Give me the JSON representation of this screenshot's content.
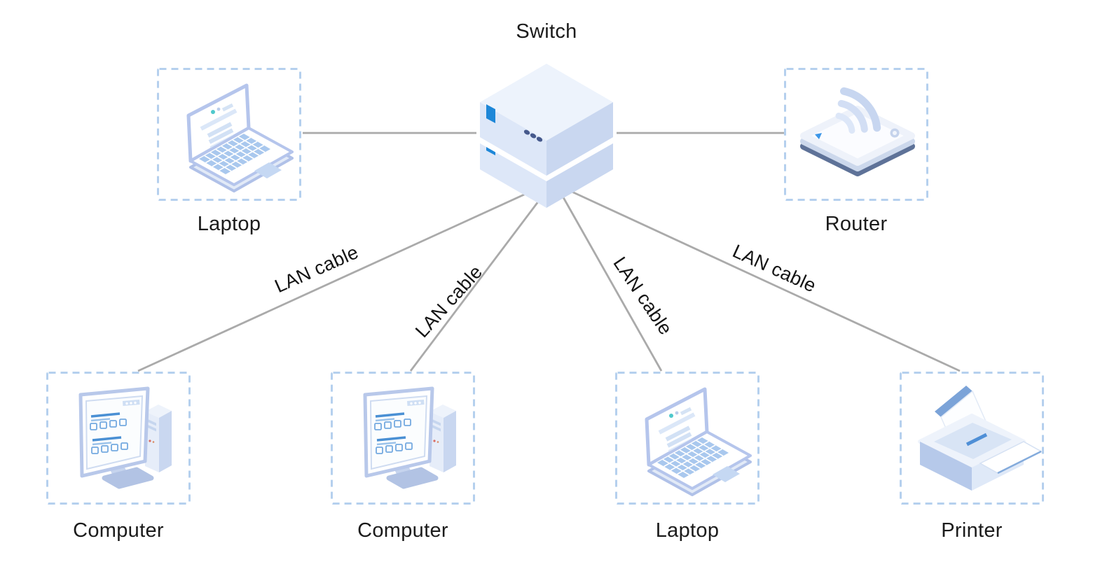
{
  "diagram_type": "network-topology",
  "nodes": {
    "switch": {
      "label": "Switch",
      "icon": "switch-icon"
    },
    "laptop_top": {
      "label": "Laptop",
      "icon": "laptop-icon"
    },
    "router": {
      "label": "Router",
      "icon": "router-icon"
    },
    "computer_left": {
      "label": "Computer",
      "icon": "desktop-computer-icon"
    },
    "computer_mid": {
      "label": "Computer",
      "icon": "desktop-computer-icon"
    },
    "laptop_bottom": {
      "label": "Laptop",
      "icon": "laptop-icon"
    },
    "printer": {
      "label": "Printer",
      "icon": "printer-icon"
    }
  },
  "edges": [
    {
      "from": "laptop_top",
      "to": "switch",
      "label": ""
    },
    {
      "from": "switch",
      "to": "router",
      "label": ""
    },
    {
      "from": "switch",
      "to": "computer_left",
      "label": "LAN cable"
    },
    {
      "from": "switch",
      "to": "computer_mid",
      "label": "LAN cable"
    },
    {
      "from": "switch",
      "to": "laptop_bottom",
      "label": "LAN cable"
    },
    {
      "from": "switch",
      "to": "printer",
      "label": "LAN cable"
    }
  ],
  "colors": {
    "background": "#ffffff",
    "connector_line": "#aaaaaa",
    "dashed_box_border": "#b5d0ee",
    "label_text": "#1b1b1b",
    "switch_port_blue": "#1e87d8",
    "switch_dots": "#46598c",
    "icon_light": "#edf3fc",
    "icon_mid": "#c9d7f0",
    "icon_shade": "#dde7f8",
    "router_base_dark": "#5e7298",
    "screen_accent_blue": "#4a90d4",
    "printer_paper_edge": "#7ba3d8"
  }
}
